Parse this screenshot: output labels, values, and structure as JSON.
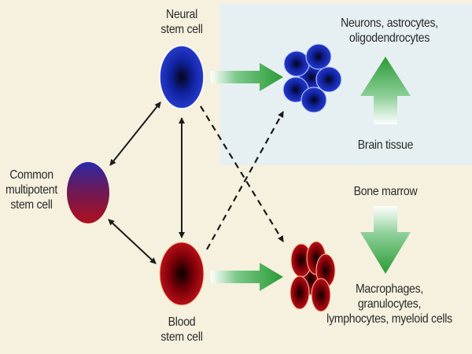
{
  "labels": {
    "neural_stem_cell": [
      "Neural",
      "stem cell"
    ],
    "common_stem_cell": [
      "Common",
      "multipotent",
      "stem cell"
    ],
    "blood_stem_cell": [
      "Blood",
      "stem cell"
    ],
    "neural_products": [
      "Neurons, astrocytes,",
      "oligodendrocytes"
    ],
    "brain_tissue": "Brain tissue",
    "bone_marrow": "Bone marrow",
    "blood_products": [
      "Macrophages,",
      "granulocytes,",
      "lymphocytes, myeloid cells"
    ]
  },
  "colors": {
    "background": "#f5f1de",
    "brain_panel": "#e6f0f2",
    "neural_cell": "#1a2fb0",
    "blood_cell": "#a00c14",
    "arrow_green": "#2f9a3a",
    "line": "#1a1a1a"
  }
}
